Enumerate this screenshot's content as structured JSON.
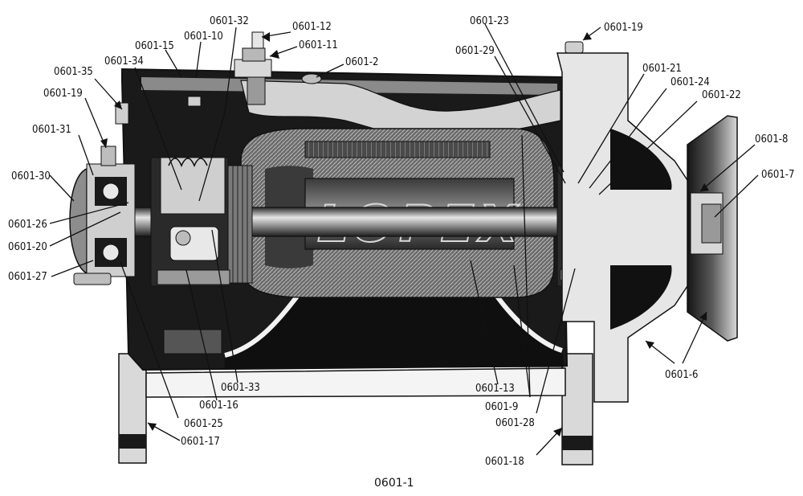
{
  "caption": "0601-1",
  "brand_mark": "LOPEX",
  "colors": {
    "ink": "#111111",
    "body": "#1a1a1a",
    "mid": "#6e6e6e",
    "light": "#cfcfcf",
    "paper": "#ffffff"
  },
  "callouts": [
    {
      "id": "c01",
      "text": "0601-10"
    },
    {
      "id": "c02",
      "text": "0601-15"
    },
    {
      "id": "c03",
      "text": "0601-32"
    },
    {
      "id": "c04",
      "text": "0601-12"
    },
    {
      "id": "c05",
      "text": "0601-11"
    },
    {
      "id": "c06",
      "text": "0601-2"
    },
    {
      "id": "c07",
      "text": "0601-34"
    },
    {
      "id": "c08",
      "text": "0601-35"
    },
    {
      "id": "c09",
      "text": "0601-19"
    },
    {
      "id": "c10",
      "text": "0601-31"
    },
    {
      "id": "c11",
      "text": "0601-30"
    },
    {
      "id": "c12",
      "text": "0601-26"
    },
    {
      "id": "c13",
      "text": "0601-20"
    },
    {
      "id": "c14",
      "text": "0601-27"
    },
    {
      "id": "c15",
      "text": "0601-23"
    },
    {
      "id": "c16",
      "text": "0601-29"
    },
    {
      "id": "c17",
      "text": "0601-19"
    },
    {
      "id": "c18",
      "text": "0601-21"
    },
    {
      "id": "c19",
      "text": "0601-24"
    },
    {
      "id": "c20",
      "text": "0601-22"
    },
    {
      "id": "c21",
      "text": "0601-8"
    },
    {
      "id": "c22",
      "text": "0601-7"
    },
    {
      "id": "c23",
      "text": "0601-33"
    },
    {
      "id": "c24",
      "text": "0601-16"
    },
    {
      "id": "c25",
      "text": "0601-25"
    },
    {
      "id": "c26",
      "text": "0601-17"
    },
    {
      "id": "c27",
      "text": "0601-13"
    },
    {
      "id": "c28",
      "text": "0601-9"
    },
    {
      "id": "c29",
      "text": "0601-28"
    },
    {
      "id": "c30",
      "text": "0601-18"
    },
    {
      "id": "c31",
      "text": "0601-6"
    }
  ]
}
